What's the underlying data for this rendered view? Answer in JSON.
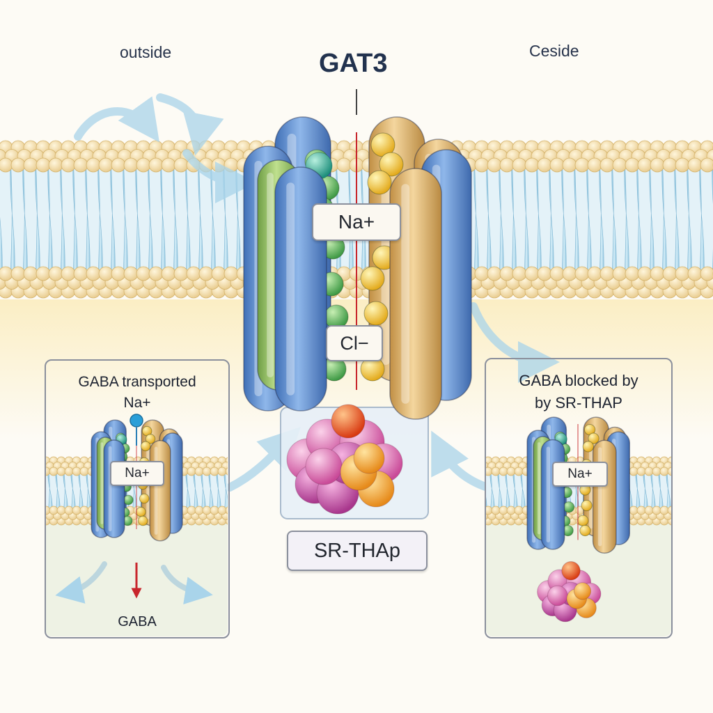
{
  "labels": {
    "outside": "outside",
    "inside": "Ceside",
    "title": "GAT3",
    "na_main": "Na+",
    "cl_main": "Cl−",
    "inhibitor": "SR-THAp"
  },
  "left_panel": {
    "title_line1": "GABA transported",
    "title_line2": "Na+",
    "na_label": "Na+",
    "bottom_label": "GABA"
  },
  "right_panel": {
    "title_line1": "GABA blocked by",
    "title_line2": "by SR-THAP",
    "na_label": "Na+"
  },
  "colors": {
    "background": "#fdfbf5",
    "lipid_head": "#f4dfa6",
    "lipid_tail": "#a9d6ea",
    "helix_blue": "#5b8fd1",
    "helix_green": "#9cc46a",
    "helix_gold": "#e2b870",
    "bead_green": "#5fb45a",
    "bead_yellow": "#f2c93a",
    "ligand_pink": "#e27ab8",
    "ligand_orange": "#f2a23a",
    "arrow_red": "#c8262c",
    "flow_arrow": "#a9d4ea"
  },
  "icons": [
    "curved-flow-arrow-icon",
    "down-arrow-icon",
    "na-ion-marker-icon"
  ]
}
